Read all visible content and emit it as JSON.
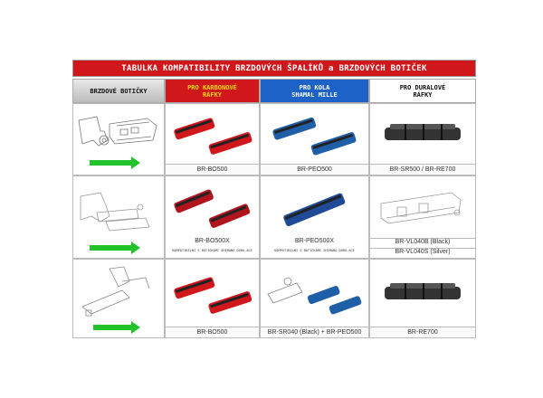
{
  "title": "TABULKA KOMPATIBILITY BRZDOVÝCH ŠPALÍKŮ a BRZDOVÝCH BOTIČEK",
  "headers": {
    "col0": "BRZDOVÉ BOTIČKY",
    "col1": "PRO KARBONOVÉ RÁFKY",
    "col2_line1": "PRO KOLA",
    "col2_line2": "SHAMAL MILLE",
    "col3": "PRO DURALOVÉ RÁFKY"
  },
  "rows": [
    {
      "c1": "BR-BO500",
      "c2": "BR-PEO500",
      "c3": "BR-SR500 / BR-RE700"
    },
    {
      "c1": "BR-BO500X",
      "c1_note": "KOMPATIBILNÍ S BOTIČKAMI SHIMANO DURA-ACE",
      "c2": "BR-PEO500X",
      "c2_note": "KOMPATIBILNÍ S BOTIČKAMI SHIMANO DURA-ACE",
      "c3_a": "BR-VL040B (Black)",
      "c3_b": "BR-VL040S (Silver)"
    },
    {
      "c1": "BR-BO500",
      "c2": "BR-SR040 (Black) + BR-PEO500",
      "c3": "BR-RE700"
    }
  ],
  "colors": {
    "red": "#d0181c",
    "blue": "#1d63c7",
    "arrow": "#22c22a",
    "yellow": "#f5d800"
  }
}
